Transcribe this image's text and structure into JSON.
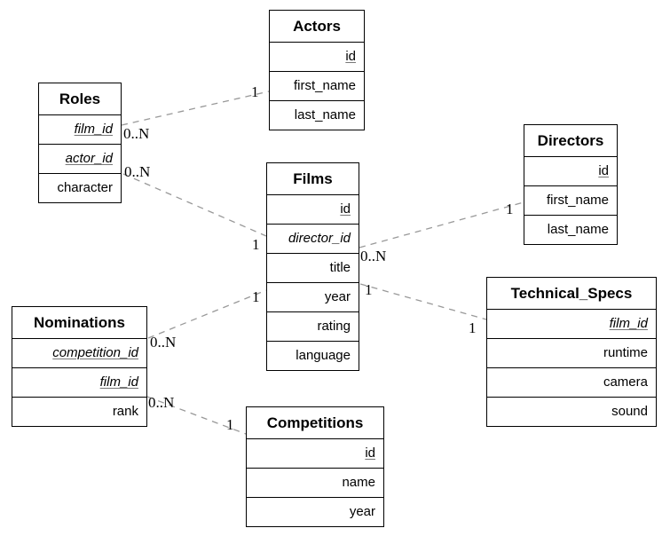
{
  "colors": {
    "table_border": "#000000",
    "table_fill": "#ffffff",
    "connector_dash": "#999999",
    "text": "#000000"
  },
  "tables": [
    {
      "name": "Actors",
      "fields": [
        {
          "label": "id"
        },
        {
          "label": "first_name"
        },
        {
          "label": "last_name"
        }
      ]
    },
    {
      "name": "Roles",
      "fields": [
        {
          "label": "film_id"
        },
        {
          "label": "actor_id"
        },
        {
          "label": "character"
        }
      ]
    },
    {
      "name": "Films",
      "fields": [
        {
          "label": "id"
        },
        {
          "label": "director_id"
        },
        {
          "label": "title"
        },
        {
          "label": "year"
        },
        {
          "label": "rating"
        },
        {
          "label": "language"
        }
      ]
    },
    {
      "name": "Directors",
      "fields": [
        {
          "label": "id"
        },
        {
          "label": "first_name"
        },
        {
          "label": "last_name"
        }
      ]
    },
    {
      "name": "Nominations",
      "fields": [
        {
          "label": "competition_id"
        },
        {
          "label": "film_id"
        },
        {
          "label": "rank"
        }
      ]
    },
    {
      "name": "Technical_Specs",
      "fields": [
        {
          "label": "film_id"
        },
        {
          "label": "runtime"
        },
        {
          "label": "camera"
        },
        {
          "label": "sound"
        }
      ]
    },
    {
      "name": "Competitions",
      "fields": [
        {
          "label": "id"
        },
        {
          "label": "name"
        },
        {
          "label": "year"
        }
      ]
    }
  ],
  "relationships": [
    {
      "between": "Roles-Actors",
      "card1": "0..N",
      "card2": "1"
    },
    {
      "between": "Roles-Films",
      "card1": "0..N",
      "card2": "1"
    },
    {
      "between": "Films-Directors",
      "card1": "0..N",
      "card2": "1"
    },
    {
      "between": "Films-Technical_Specs",
      "card1": "1",
      "card2": "1"
    },
    {
      "between": "Nominations-Films",
      "card1": "0..N",
      "card2": "1"
    },
    {
      "between": "Nominations-Competitions",
      "card1": "0..N",
      "card2": "1"
    }
  ]
}
